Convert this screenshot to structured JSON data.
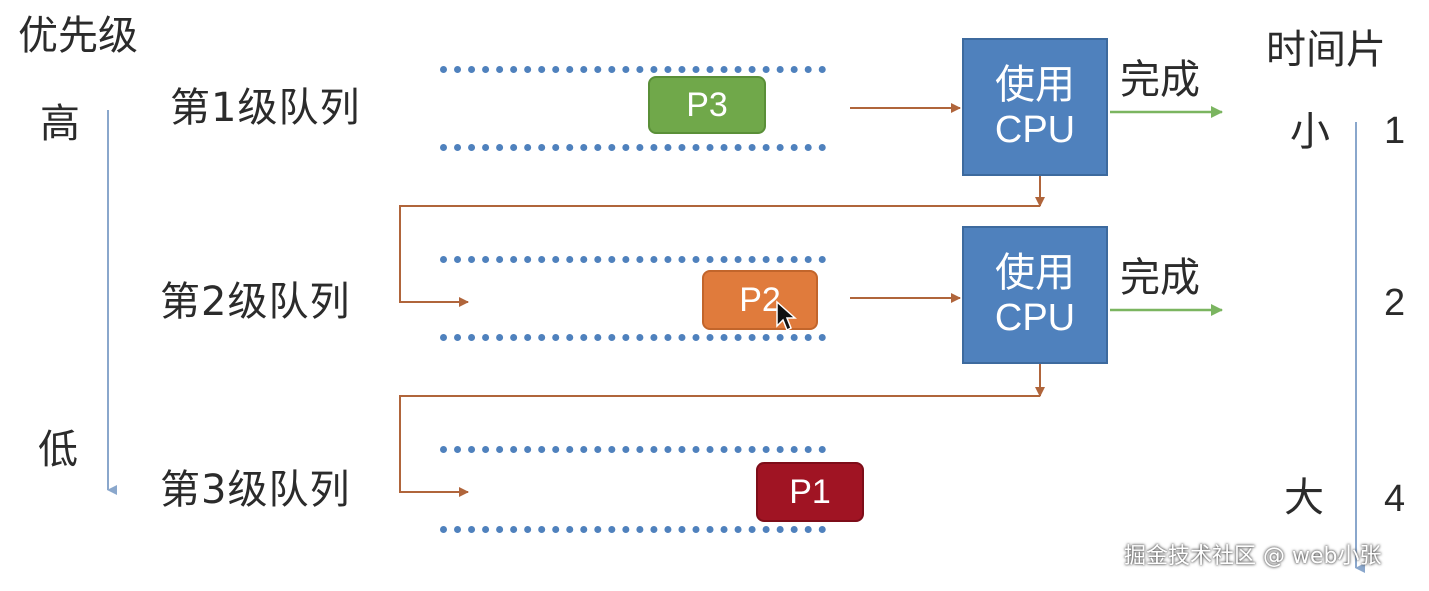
{
  "left_axis": {
    "title": "优先级",
    "high": "高",
    "low": "低"
  },
  "right_axis": {
    "title": "时间片",
    "small": "小",
    "large": "大"
  },
  "queues": [
    {
      "label": "第1级队列",
      "process": "P3",
      "process_color": "#70a84a",
      "time_slice": "1"
    },
    {
      "label": "第2级队列",
      "process": "P2",
      "process_color": "#e07b3c",
      "time_slice": "2"
    },
    {
      "label": "第3级队列",
      "process": "P1",
      "process_color": "#a01423",
      "time_slice": "4"
    }
  ],
  "cpu_blocks": [
    {
      "line1": "使用",
      "line2": "CPU"
    },
    {
      "line1": "使用",
      "line2": "CPU"
    }
  ],
  "done_labels": [
    "完成",
    "完成"
  ],
  "watermark": "掘金技术社区 @ web小张",
  "colors": {
    "queue_dots": "#4f81bd",
    "cpu": "#4f81bd",
    "arrow_brown": "#b0653b",
    "arrow_green": "#7bb560",
    "axis_line": "#8aa7cc"
  }
}
